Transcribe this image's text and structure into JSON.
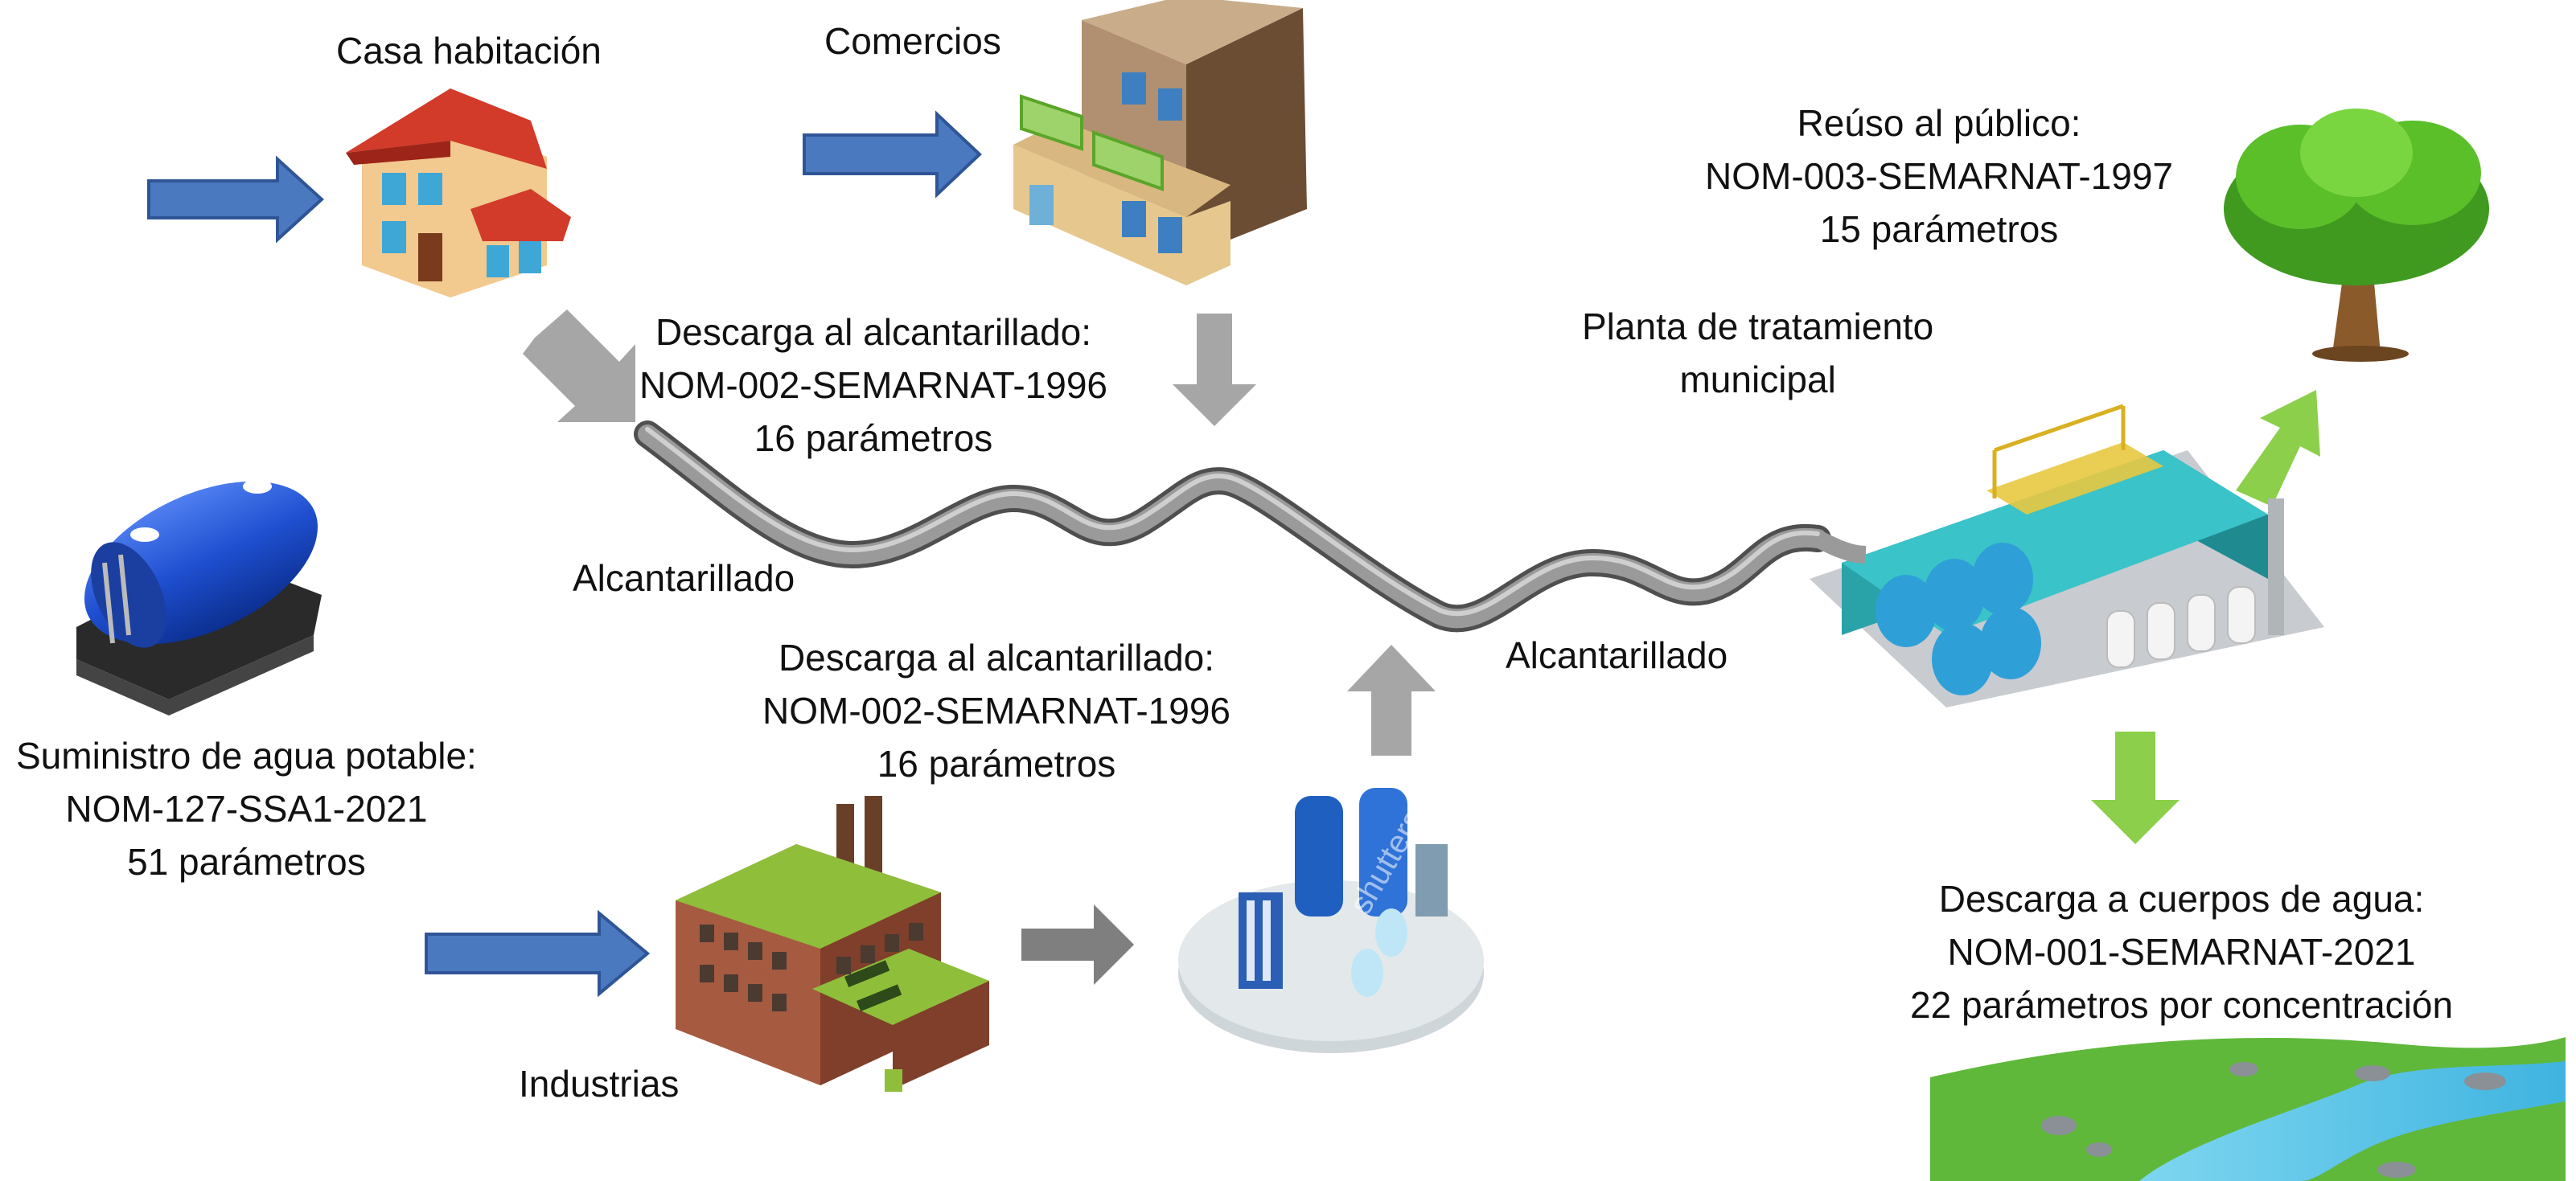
{
  "labels": {
    "casa": "Casa habitación",
    "comercios": "Comercios",
    "industrias": "Industrias",
    "alcantarillado_left": "Alcantarillado",
    "alcantarillado_right": "Alcantarillado",
    "planta": [
      "Planta de tratamiento",
      "municipal"
    ]
  },
  "norms": {
    "descarga_top": [
      "Descarga al alcantarillado:",
      "NOM-002-SEMARNAT-1996",
      "16 parámetros"
    ],
    "descarga_industrial": [
      "Descarga al alcantarillado:",
      "NOM-002-SEMARNAT-1996",
      "16 parámetros"
    ],
    "suministro": [
      "Suministro de agua potable:",
      "NOM-127-SSA1-2021",
      "51 parámetros"
    ],
    "reuso": [
      "Reúso al público:",
      "NOM-003-SEMARNAT-1997",
      "15 parámetros"
    ],
    "cuerpos_agua": [
      "Descarga a cuerpos de agua:",
      "NOM-001-SEMARNAT-2021",
      "22 parámetros por concentración"
    ]
  },
  "watermark": "shutterstock",
  "colors": {
    "supply_arrow": "#4a79bf",
    "discharge_arrow": "#a6a6a6",
    "industrial_arrow": "#7f7f7f",
    "treated_arrow": "#8ccf4a",
    "pipe": "#8c8c8c"
  }
}
